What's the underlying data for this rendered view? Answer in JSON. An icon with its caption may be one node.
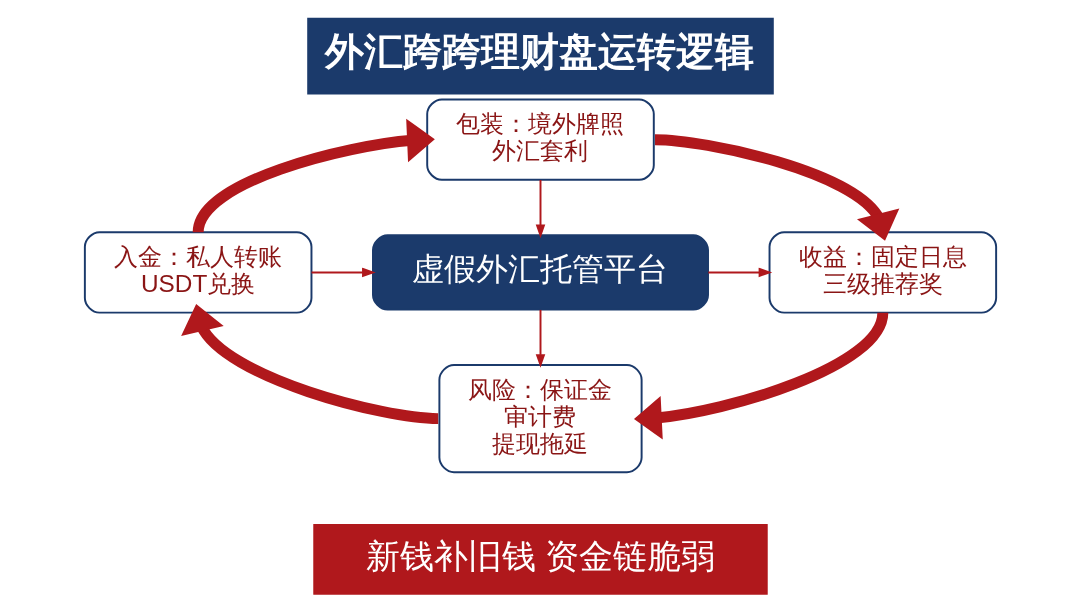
{
  "diagram": {
    "title": "外汇跨跨理财盘运转逻辑",
    "caption": "新钱补旧钱 资金链脆弱",
    "nodes": [
      {
        "text": [
          "包装：境外牌照",
          "外汇套利"
        ]
      },
      {
        "text": [
          "入金：私人转账",
          "USDT兑换"
        ]
      },
      {
        "text": [
          "虚假外汇托管平台"
        ]
      },
      {
        "text": [
          "收益：固定日息",
          "三级推荐奖"
        ]
      },
      {
        "text": [
          "风险：保证金",
          "审计费",
          "提现拖延"
        ]
      }
    ],
    "edges": [
      {
        "from": 1,
        "to": 0,
        "arrow": "to",
        "style": "thick"
      },
      {
        "from": 0,
        "to": 3,
        "arrow": "to",
        "style": "thick"
      },
      {
        "from": 0,
        "to": 2,
        "arrow": "to"
      },
      {
        "from": 1,
        "to": 2,
        "arrow": "to"
      },
      {
        "from": 2,
        "to": 3,
        "arrow": "to"
      },
      {
        "from": 2,
        "to": 4,
        "arrow": "to"
      },
      {
        "from": 3,
        "to": 4,
        "arrow": "to",
        "style": "thick"
      },
      {
        "from": 4,
        "to": 1,
        "arrow": "to",
        "style": "thick"
      }
    ]
  }
}
